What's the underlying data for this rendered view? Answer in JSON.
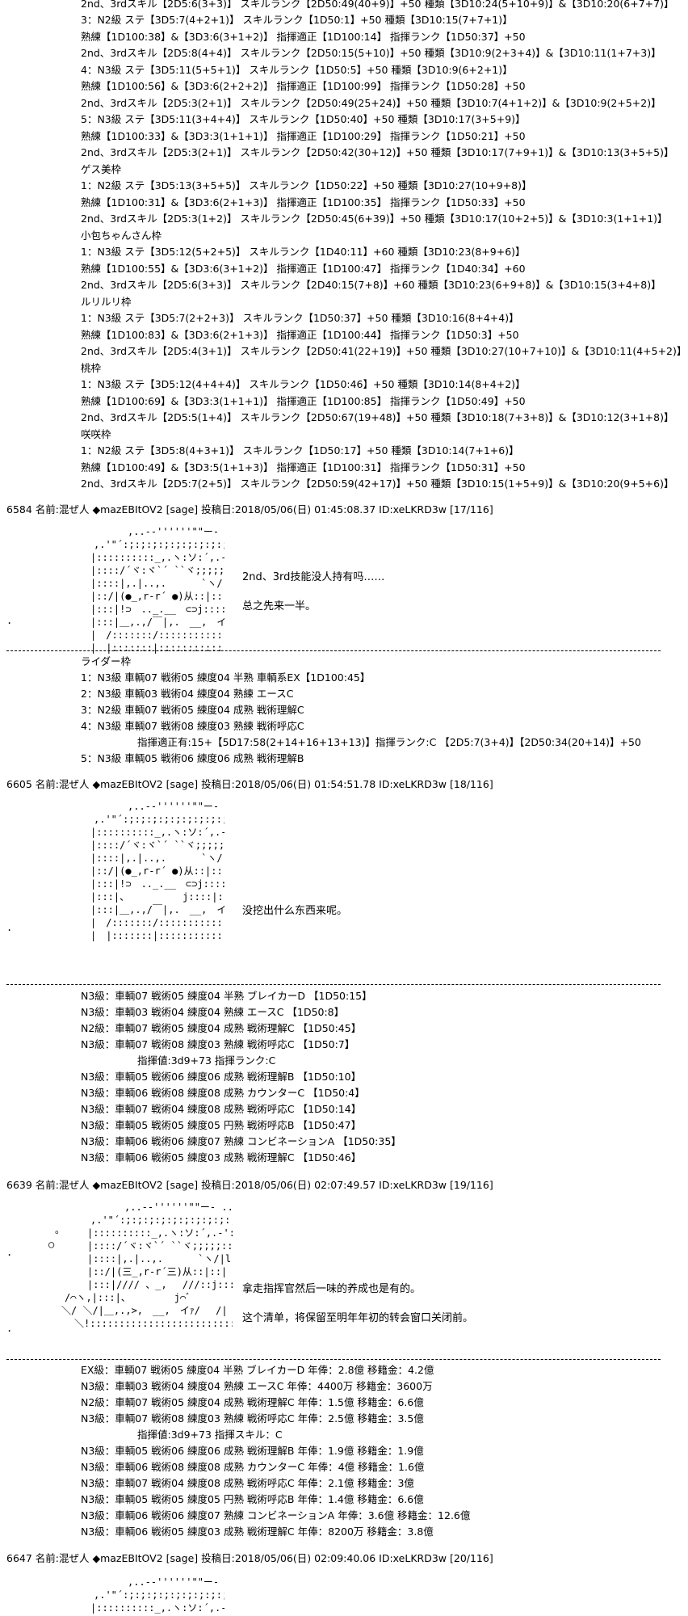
{
  "top_block": {
    "lines": [
      "2nd、3rdスキル【2D5:6(3+3)】 スキルランク【2D50:49(40+9)】+50 種類【3D10:24(5+10+9)】&【3D10:20(6+7+7)】",
      "3：N2級 ステ【3D5:7(4+2+1)】 スキルランク【1D50:1】+50 種類【3D10:15(7+7+1)】",
      "熟練【1D100:38】&【3D3:6(3+1+2)】 指揮適正【1D100:14】 指揮ランク【1D50:37】+50",
      "2nd、3rdスキル【2D5:8(4+4)】 スキルランク【2D50:15(5+10)】+50 種類【3D10:9(2+3+4)】&【3D10:11(1+7+3)】",
      "4：N3級 ステ【3D5:11(5+5+1)】 スキルランク【1D50:5】+50 種類【3D10:9(6+2+1)】",
      "熟練【1D100:56】&【3D3:6(2+2+2)】 指揮適正【1D100:99】 指揮ランク【1D50:28】+50",
      "2nd、3rdスキル【2D5:3(2+1)】 スキルランク【2D50:49(25+24)】+50 種類【3D10:7(4+1+2)】&【3D10:9(2+5+2)】",
      "5：N3級 ステ【3D5:11(3+4+4)】 スキルランク【1D50:40】+50 種類【3D10:17(3+5+9)】",
      "熟練【1D100:33】&【3D3:3(1+1+1)】 指揮適正【1D100:29】 指揮ランク【1D50:21】+50",
      "2nd、3rdスキル【2D5:3(2+1)】 スキルランク【2D50:42(30+12)】+50 種類【3D10:17(7+9+1)】&【3D10:13(3+5+5)】",
      "ゲス美枠",
      "1：N2級 ステ【3D5:13(3+5+5)】 スキルランク【1D50:22】+50 種類【3D10:27(10+9+8)】",
      "熟練【1D100:31】&【3D3:6(2+1+3)】 指揮適正【1D100:35】 指揮ランク【1D50:33】+50",
      "2nd、3rdスキル【2D5:3(1+2)】 スキルランク【2D50:45(6+39)】+50 種類【3D10:17(10+2+5)】&【3D10:3(1+1+1)】",
      "小包ちゃんさん枠",
      "1：N3級 ステ【3D5:12(5+2+5)】 スキルランク【1D40:11】+60 種類【3D10:23(8+9+6)】",
      "熟練【1D100:55】&【3D3:6(3+1+2)】 指揮適正【1D100:47】 指揮ランク【1D40:34】+60",
      "2nd、3rdスキル【2D5:6(3+3)】 スキルランク【2D40:15(7+8)】+60 種類【3D10:23(6+9+8)】&【3D10:15(3+4+8)】",
      "ルリルリ枠",
      "1：N3級 ステ【3D5:7(2+2+3)】 スキルランク【1D50:37】+50 種類【3D10:16(8+4+4)】",
      "熟練【1D100:83】&【3D3:6(2+1+3)】 指揮適正【1D100:44】 指揮ランク【1D50:3】+50",
      "2nd、3rdスキル【2D5:4(3+1)】 スキルランク【2D50:41(22+19)】+50 種類【3D10:27(10+7+10)】&【3D10:11(4+5+2)】",
      "桃枠",
      "1：N3級 ステ【3D5:12(4+4+4)】 スキルランク【1D50:46】+50 種類【3D10:14(8+4+2)】",
      "熟練【1D100:69】&【3D3:3(1+1+1)】 指揮適正【1D100:85】 指揮ランク【1D50:49】+50",
      "2nd、3rdスキル【2D5:5(1+4)】 スキルランク【2D50:67(19+48)】+50 種類【3D10:18(7+3+8)】&【3D10:12(3+1+8)】",
      "咲咲枠",
      "1：N2級 ステ【3D5:8(4+3+1)】 スキルランク【1D50:17】+50 種類【3D10:14(7+1+6)】",
      "熟練【1D100:49】&【3D3:5(1+1+3)】 指揮適正【1D100:31】 指揮ランク【1D50:31】+50",
      "2nd、3rdスキル【2D5:7(2+5)】 スキルランク【2D50:59(42+17)】+50 種類【3D10:15(1+5+9)】&【3D10:20(9+5+6)】"
    ]
  },
  "posts": [
    {
      "header": "6584 名前:混ぜ人 ◆mazEBItOV2 [sage] 投稿日:2018/05/06(日) 01:45:08.37 ID:xeLKRD3w [17/116]",
      "speech": [
        "2nd、3rd技能没人持有吗……",
        "总之先来一半。"
      ],
      "stats": [
        "ライダー枠",
        "1：N3級 車輌07 戦術05 練度04 半熟 車輌系EX【1D100:45】",
        "2：N3級 車輌03 戦術04 練度04 熟練 エースC",
        "3：N2級 車輌07 戦術05 練度04 成熟 戦術理解C",
        "4：N3級 車輌07 戦術08 練度03 熟練 戦術呼応C",
        "指揮適正有:15+【5D17:58(2+14+16+13+13)】指揮ランク:C 【2D5:7(3+4)】【2D50:34(20+14)】+50",
        "5：N3級 車輌05 戦術06 練度06 成熟 戦術理解B"
      ]
    },
    {
      "header": "6605 名前:混ぜ人 ◆mazEBItOV2 [sage] 投稿日:2018/05/06(日) 01:54:51.78 ID:xeLKRD3w [18/116]",
      "speech": [
        "没挖出什么东西来呢。"
      ],
      "stats": [
        "N3級：車輌07 戦術05 練度04 半熟 ブレイカーD 【1D50:15】",
        "N3級：車輌03 戦術04 練度04 熟練 エースC 【1D50:8】",
        "N2級：車輌07 戦術05 練度04 成熟 戦術理解C 【1D50:45】",
        "N3級：車輌07 戦術08 練度03 熟練 戦術呼応C 【1D50:7】",
        "指揮値:3d9+73 指揮ランク:C",
        "N3級：車輌05 戦術06 練度06 成熟 戦術理解B 【1D50:10】",
        "N3級：車輌06 戦術08 練度08 成熟 カウンターC 【1D50:4】",
        "N3級：車輌07 戦術04 練度08 成熟 戦術呼応C 【1D50:14】",
        "N3級：車輌05 戦術05 練度05 円熟 戦術呼応B 【1D50:47】",
        "N3級：車輌06 戦術06 練度07 熟練 コンビネーションA 【1D50:35】",
        "N3級：車輌06 戦術05 練度03 成熟 戦術理解C 【1D50:46】"
      ]
    },
    {
      "header": "6639 名前:混ぜ人 ◆mazEBItOV2 [sage] 投稿日:2018/05/06(日) 02:07:49.57 ID:xeLKRD3w [19/116]",
      "speech": [
        "拿走指挥官然后一味的养成也是有的。",
        "这个清单，将保留至明年年初的转会窗口关闭前。"
      ],
      "stats": [
        "EX級：車輌07 戦術05 練度04 半熟 ブレイカーD 年俸：2.8億 移籍金：4.2億",
        "N3級：車輌03 戦術04 練度04 熟練 エースC 年俸：4400万 移籍金：3600万",
        "N2級：車輌07 戦術05 練度04 成熟 戦術理解C 年俸：1.5億 移籍金：6.6億",
        "N3級：車輌07 戦術08 練度03 熟練 戦術呼応C 年俸：2.5億 移籍金：3.5億",
        "指揮値:3d9+73 指揮スキル：C",
        "N3級：車輌05 戦術06 練度06 成熟 戦術理解B 年俸：1.9億 移籍金：1.9億",
        "N3級：車輌06 戦術08 練度08 成熟 カウンターC 年俸：4億 移籍金：1.6億",
        "N3級：車輌07 戦術04 練度08 成熟 戦術呼応C 年俸：2.1億 移籍金：3億",
        "N3級：車輌05 戦術05 練度05 円熟 戦術呼応B 年俸：1.4億 移籍金：6.6億",
        "N3級：車輌06 戦術06 練度07 熟練 コンビネーションA 年俸：3.6億 移籍金：12.6億",
        "N3級：車輌06 戦術05 練度03 成熟 戦術理解C 年俸：8200万 移籍金：3.8億"
      ]
    },
    {
      "header": "6647 名前:混ぜ人 ◆mazEBItOV2 [sage] 投稿日:2018/05/06(日) 02:09:40.06 ID:xeLKRD3w [20/116]"
    }
  ]
}
